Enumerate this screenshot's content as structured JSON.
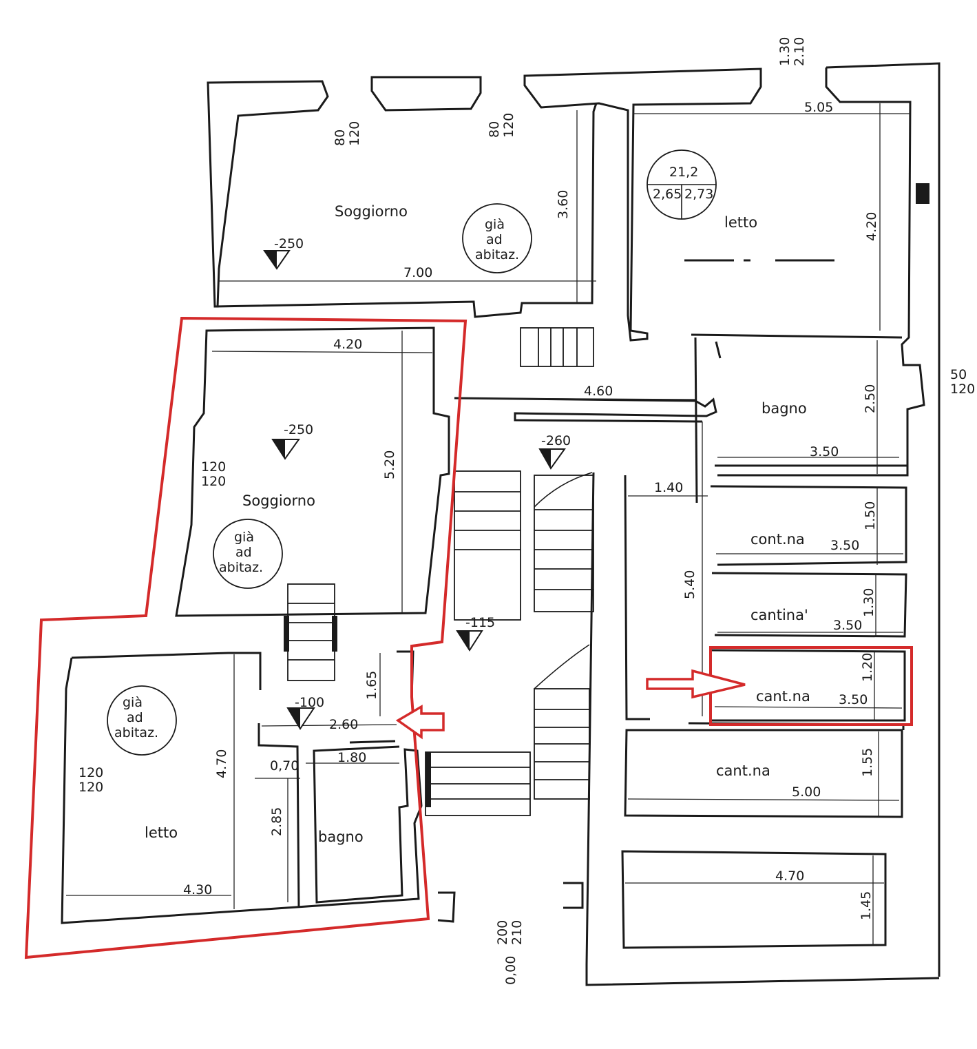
{
  "upper_left": {
    "room_label": "Soggiorno",
    "level": "-250",
    "width": "7.00",
    "depth": "3.60",
    "window_left": "80\n120",
    "window_right": "80\n120",
    "stamp": [
      "già",
      "ad",
      "abitaz."
    ]
  },
  "upper_right": {
    "room_label": "letto",
    "width": "5.05",
    "depth": "4.20",
    "circle_top": "21,2",
    "circle_bottom_left": "2,65",
    "circle_bottom_right": "2,73",
    "window": "1.30\n2.10"
  },
  "corridor": {
    "width": "4.60",
    "level": "-260",
    "gap": "1.40",
    "level_mid": "-115",
    "height": "5.40"
  },
  "bagno_right": {
    "label": "bagno",
    "width": "3.50",
    "depth": "2.50",
    "window": "50\n120"
  },
  "cantine": [
    {
      "label": "cont.na",
      "width": "3.50",
      "depth": "1.50"
    },
    {
      "label": "cantina'",
      "width": "3.50",
      "depth": "1.30"
    },
    {
      "label": "cant.na",
      "width": "3.50",
      "depth": "1.20"
    },
    {
      "label": "cant.na",
      "width": "5.00",
      "depth": "1.55"
    }
  ],
  "bottom_right": {
    "width": "4.70",
    "depth": "1.45"
  },
  "highlighted_apartment": {
    "soggiorno": {
      "label": "Soggiorno",
      "level": "-250",
      "width": "4.20",
      "depth": "5.20",
      "window": "120\n120",
      "stamp": [
        "già",
        "ad",
        "abitaz."
      ]
    },
    "entry": {
      "level": "-100",
      "width": "2.60",
      "height": "1.65"
    },
    "letto": {
      "label": "letto",
      "width": "4.30",
      "depth": "4.70",
      "window": "120\n120",
      "stamp": [
        "già",
        "ad",
        "abitaz."
      ]
    },
    "bagno": {
      "label": "bagno",
      "width": "1.80",
      "depth": "2.85",
      "hall": "0,70"
    }
  },
  "entrance": {
    "door": "200\n210",
    "level": "0,00"
  },
  "colors": {
    "highlight": "#d42a2a",
    "ink": "#1a1a1a"
  }
}
